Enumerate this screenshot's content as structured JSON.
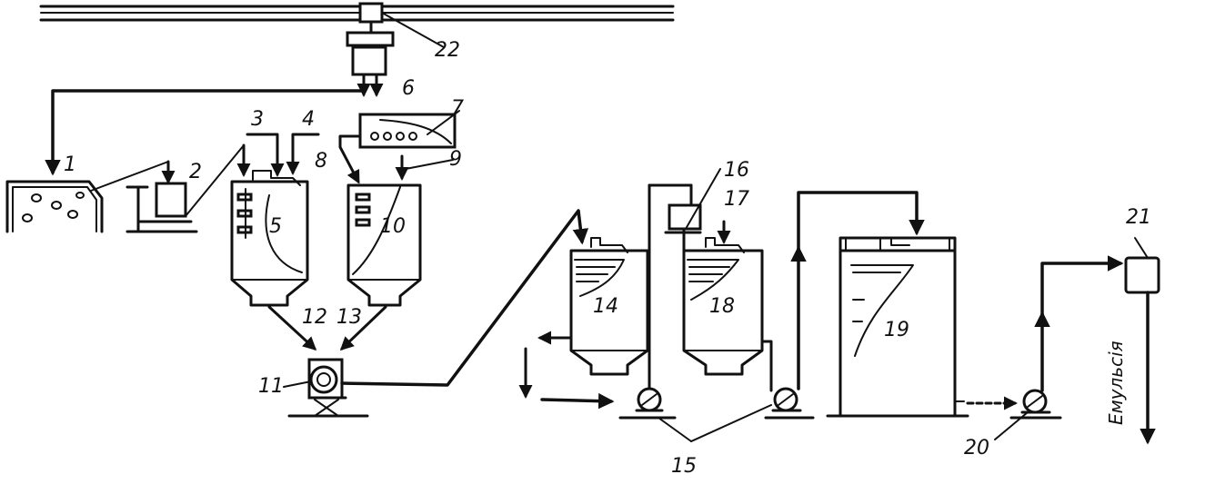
{
  "labels": {
    "n1": "1",
    "n2": "2",
    "n3": "3",
    "n4": "4",
    "n5": "5",
    "n6": "6",
    "n7": "7",
    "n8": "8",
    "n9": "9",
    "n10": "10",
    "n11": "11",
    "n12": "12",
    "n13": "13",
    "n14": "14",
    "n15": "15",
    "n16": "16",
    "n17": "17",
    "n18": "18",
    "n19": "19",
    "n20": "20",
    "n21": "21",
    "n22": "22"
  },
  "output_label": "Емульсія"
}
